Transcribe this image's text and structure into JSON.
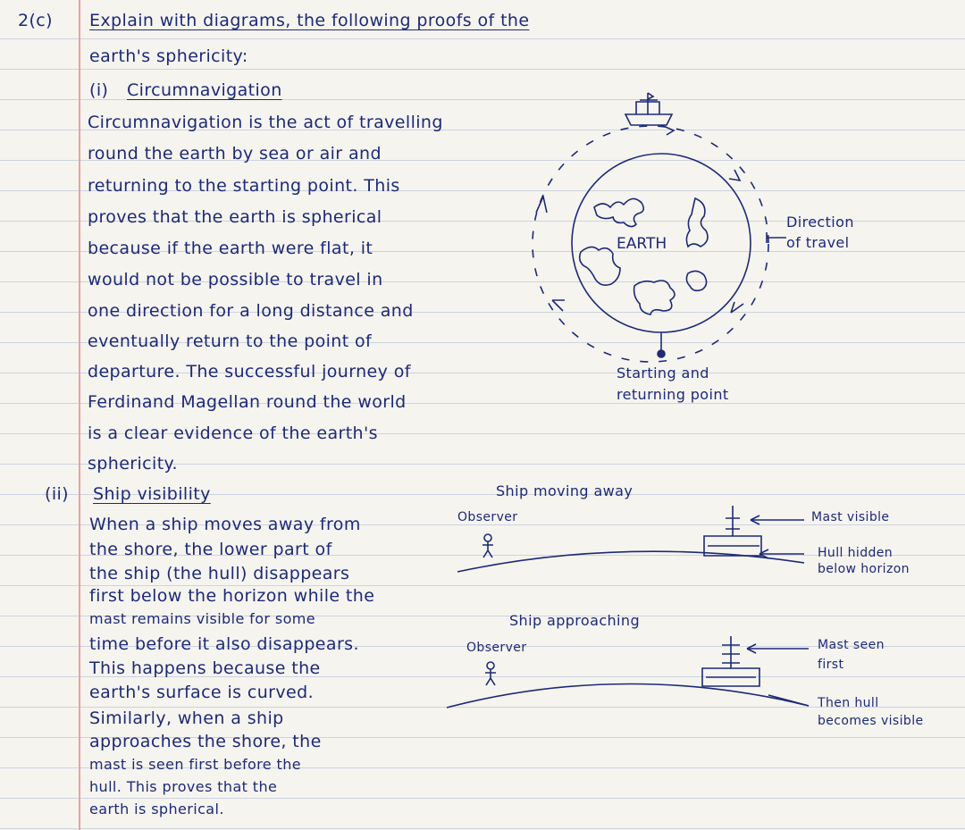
{
  "question": {
    "number": "2(c)",
    "line1": "Explain with diagrams, the following proofs of the",
    "line2": "earth's sphericity:"
  },
  "section1": {
    "number": "(i)",
    "heading": "Circumnavigation",
    "lines": [
      "Circumnavigation is the act of travelling",
      "round the earth by sea or air and",
      "returning to the starting point. This",
      "proves that the earth is spherical",
      "because if the earth were flat, it",
      "would not be possible to travel in",
      "one direction for a long distance and",
      "eventually return to the point of",
      "departure. The successful journey of",
      "Ferdinand Magellan round the world",
      "is a clear evidence of the earth's",
      "sphericity."
    ],
    "diagram": {
      "earth_label": "EARTH",
      "direction_line1": "Direction",
      "direction_line2": "of travel",
      "start_line1": "Starting and",
      "start_line2": "returning point"
    }
  },
  "section2": {
    "number": "(ii)",
    "heading": "Ship visibility",
    "lines": [
      "When a ship moves away from",
      "the shore, the lower part of",
      "the ship (the hull) disappears",
      "first below the horizon while the",
      "mast remains visible for some",
      "time before it also disappears.",
      "This happens because the",
      "earth's surface is curved.",
      "Similarly, when a ship",
      "approaches the shore, the",
      "mast is seen first before the",
      "hull. This proves that the",
      "earth is spherical."
    ],
    "diagram1": {
      "title": "Ship moving away",
      "observer": "Observer",
      "label_mast": "Mast visible",
      "label_hull_1": "Hull hidden",
      "label_hull_2": "below horizon"
    },
    "diagram2": {
      "title": "Ship approaching",
      "observer": "Observer",
      "label_mast_1": "Mast seen",
      "label_mast_2": "first",
      "label_hull_1": "Then hull",
      "label_hull_2": "becomes visible"
    }
  },
  "colors": {
    "ink": "#1c2a78",
    "paper": "#f6f4ef",
    "rule": "#cdd3df",
    "margin": "#e5a3a3"
  }
}
